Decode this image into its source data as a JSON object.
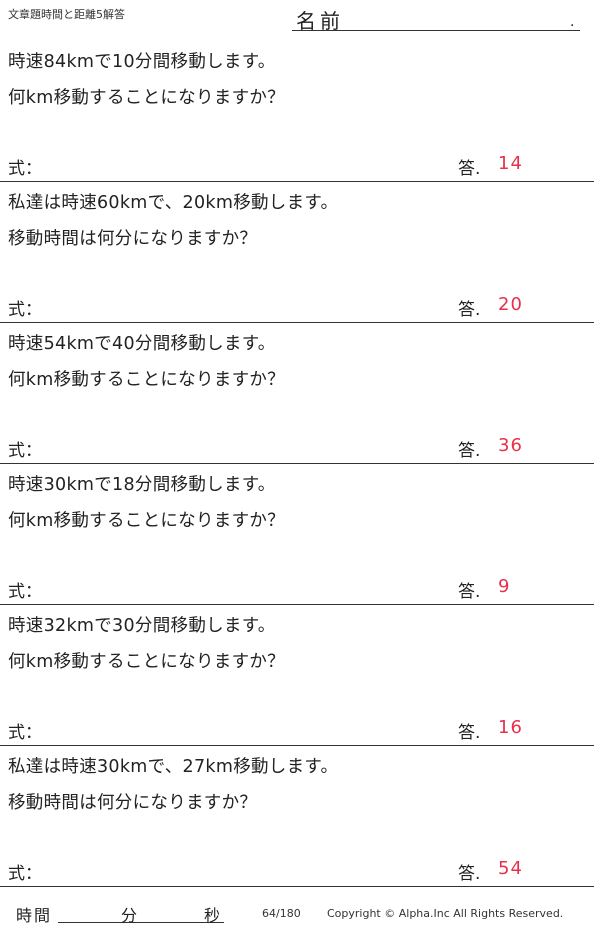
{
  "header": {
    "title": "文章題時間と距離5解答",
    "name_label": "名前",
    "name_dot": "."
  },
  "labels": {
    "formula": "式：",
    "answer": "答."
  },
  "problems": [
    {
      "line1": "時速84kmで10分間移動します。",
      "line2": "何km移動することになりますか？",
      "answer": "14"
    },
    {
      "line1": "私達は時速60kmで、20km移動します。",
      "line2": "移動時間は何分になりますか？",
      "answer": "20"
    },
    {
      "line1": "時速54kmで40分間移動します。",
      "line2": "何km移動することになりますか？",
      "answer": "36"
    },
    {
      "line1": "時速30kmで18分間移動します。",
      "line2": "何km移動することになりますか？",
      "answer": "9"
    },
    {
      "line1": "時速32kmで30分間移動します。",
      "line2": "何km移動することになりますか？",
      "answer": "16"
    },
    {
      "line1": "私達は時速30kmで、27km移動します。",
      "line2": "移動時間は何分になりますか？",
      "answer": "54"
    }
  ],
  "footer": {
    "time_label": "時間",
    "minute_label": "分",
    "second_label": "秒",
    "page": "64/180",
    "copyright": "Copyright © Alpha.Inc All Rights Reserved."
  },
  "colors": {
    "answer": "#e8304a"
  }
}
